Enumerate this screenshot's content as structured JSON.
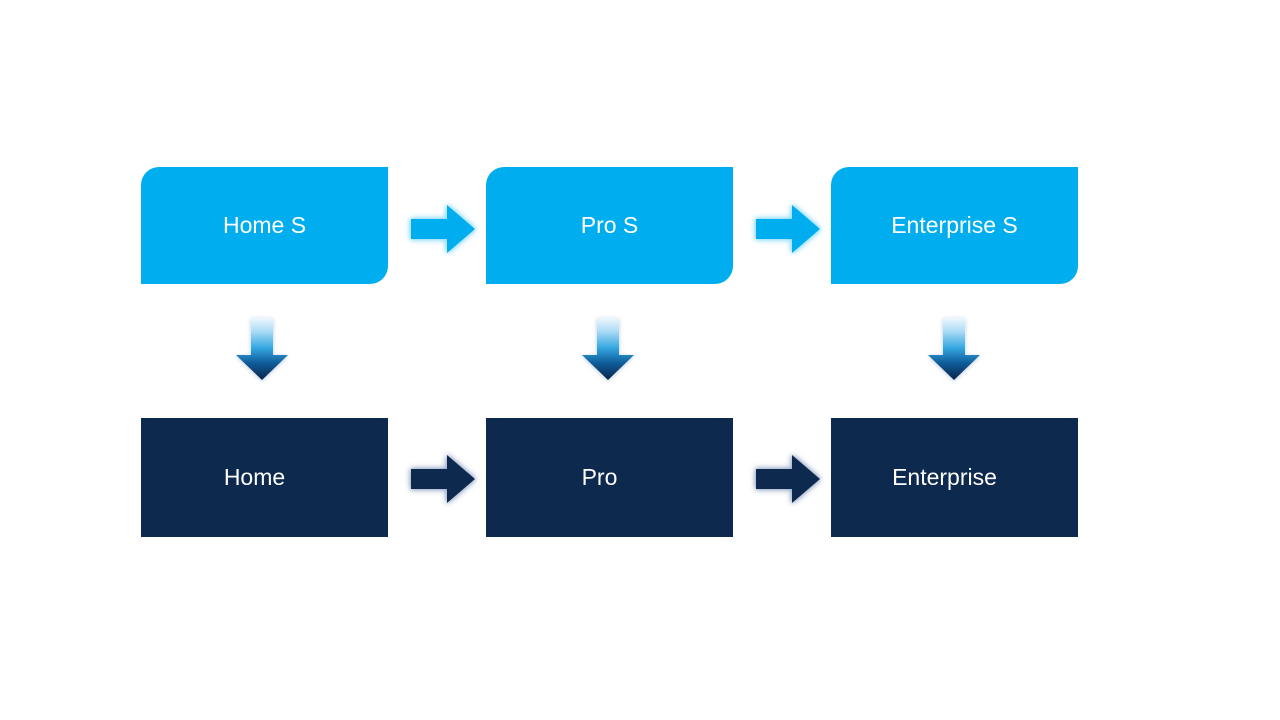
{
  "colors": {
    "slide_bg": "#FFFFFF",
    "light_blue": "#00AEEF",
    "dark_navy": "#0E294E",
    "label_text": "#FFFFFF",
    "light_arrow_glow": "#8EDCF9",
    "dark_arrow_glow": "#9FB0CB",
    "down_grad_top": "#EDF7FD",
    "down_grad_light": "#A9DAF4",
    "down_grad_mid": "#35A7E1",
    "down_grad_deep": "#0F5E9C",
    "down_grad_bottom": "#0A2348"
  },
  "diagram": {
    "top_row": [
      {
        "label": "Home S"
      },
      {
        "label": "Pro S"
      },
      {
        "label": "Enterprise S"
      }
    ],
    "bottom_row": [
      {
        "label": "Home"
      },
      {
        "label": "Pro"
      },
      {
        "label": "Enterprise"
      }
    ]
  }
}
